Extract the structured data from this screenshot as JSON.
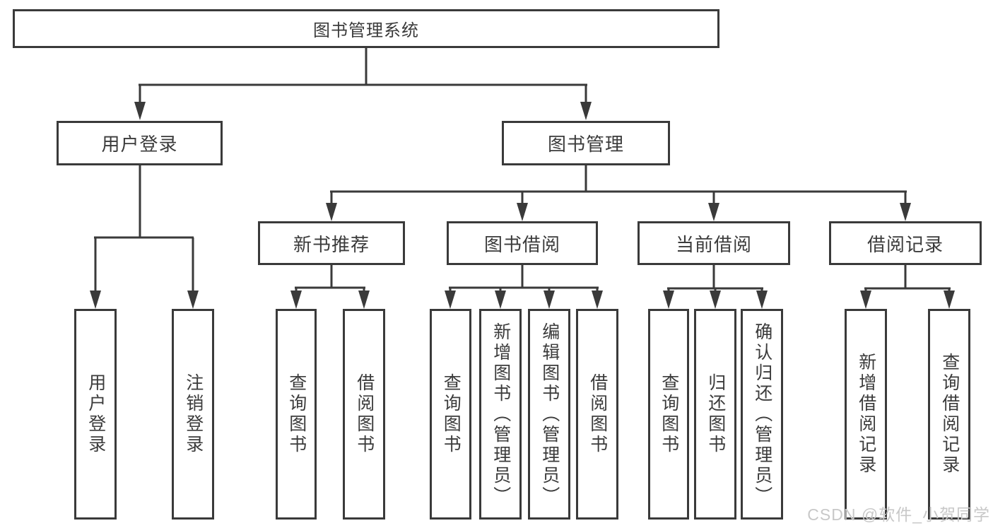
{
  "nodes": {
    "root": "图书管理系统",
    "user_login": "用户登录",
    "book_mgmt": "图书管理",
    "new_book_rec": "新书推荐",
    "book_borrow": "图书借阅",
    "current_borrow": "当前借阅",
    "borrow_records": "借阅记录",
    "leaf_user_login": "用户登录",
    "leaf_logout": "注销登录",
    "leaf_query_book_1": "查询图书",
    "leaf_borrow_book_1": "借阅图书",
    "leaf_query_book_2": "查询图书",
    "leaf_add_book": "新增图书（管理员）",
    "leaf_edit_book": "编辑图书（管理员）",
    "leaf_borrow_book_2": "借阅图书",
    "leaf_query_book_3": "查询图书",
    "leaf_return_book": "归还图书",
    "leaf_confirm_return": "确认归还（管理员）",
    "leaf_add_borrow_record": "新增借阅记录",
    "leaf_query_borrow_record": "查询借阅记录"
  },
  "edges": [
    [
      "图书管理系统",
      "用户登录"
    ],
    [
      "图书管理系统",
      "图书管理"
    ],
    [
      "用户登录",
      "用户登录"
    ],
    [
      "用户登录",
      "注销登录"
    ],
    [
      "图书管理",
      "新书推荐"
    ],
    [
      "图书管理",
      "图书借阅"
    ],
    [
      "图书管理",
      "当前借阅"
    ],
    [
      "图书管理",
      "借阅记录"
    ],
    [
      "新书推荐",
      "查询图书"
    ],
    [
      "新书推荐",
      "借阅图书"
    ],
    [
      "图书借阅",
      "查询图书"
    ],
    [
      "图书借阅",
      "新增图书（管理员）"
    ],
    [
      "图书借阅",
      "编辑图书（管理员）"
    ],
    [
      "图书借阅",
      "借阅图书"
    ],
    [
      "当前借阅",
      "查询图书"
    ],
    [
      "当前借阅",
      "归还图书"
    ],
    [
      "当前借阅",
      "确认归还（管理员）"
    ],
    [
      "借阅记录",
      "新增借阅记录"
    ],
    [
      "借阅记录",
      "查询借阅记录"
    ]
  ],
  "watermark": "CSDN @软件_小贺同学",
  "colors": {
    "line": "#3a3a3a",
    "text": "#3b3b3b",
    "watermark": "#c8c8c8",
    "background": "#ffffff"
  }
}
